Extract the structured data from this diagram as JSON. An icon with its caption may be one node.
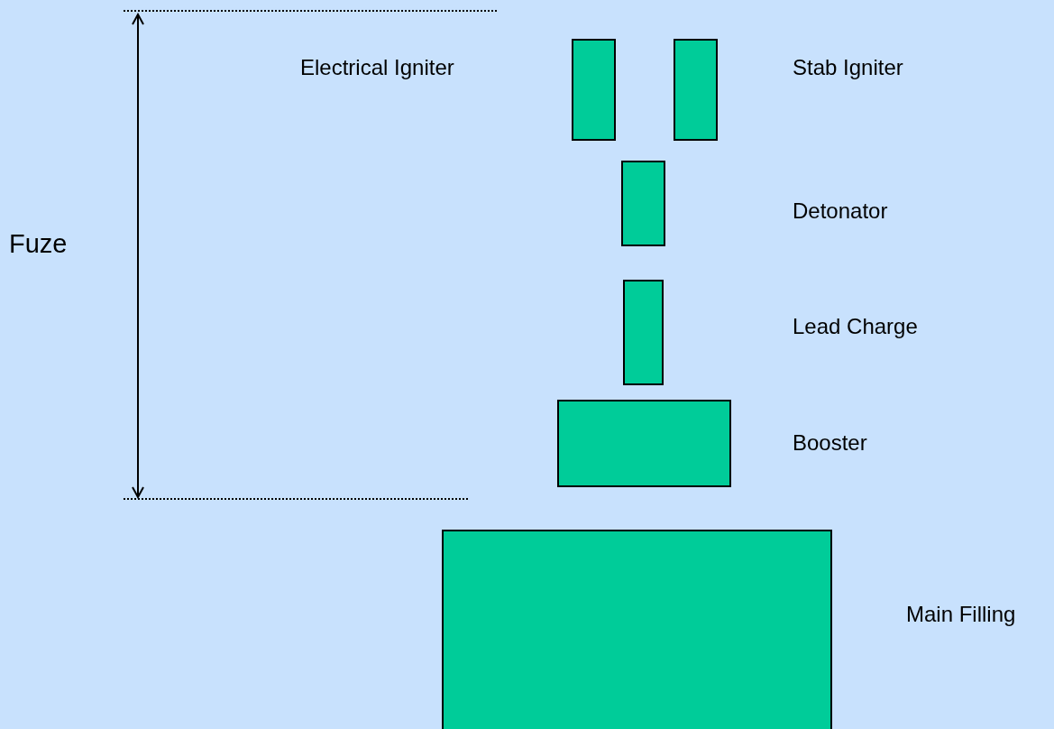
{
  "diagram": {
    "nodes": [
      {
        "text": [],
        "shape": "box"
      },
      {
        "text": [],
        "shape": "box"
      },
      {
        "text": [],
        "shape": "box"
      },
      {
        "text": [],
        "shape": "box"
      },
      {
        "text": [],
        "shape": "box"
      },
      {
        "text": [],
        "shape": "box"
      }
    ],
    "labels": [
      "Electrical Igniter",
      "Stab Igniter",
      "Detonator",
      "Fuze",
      "Lead Charge",
      "Booster",
      "Main Filling"
    ]
  }
}
